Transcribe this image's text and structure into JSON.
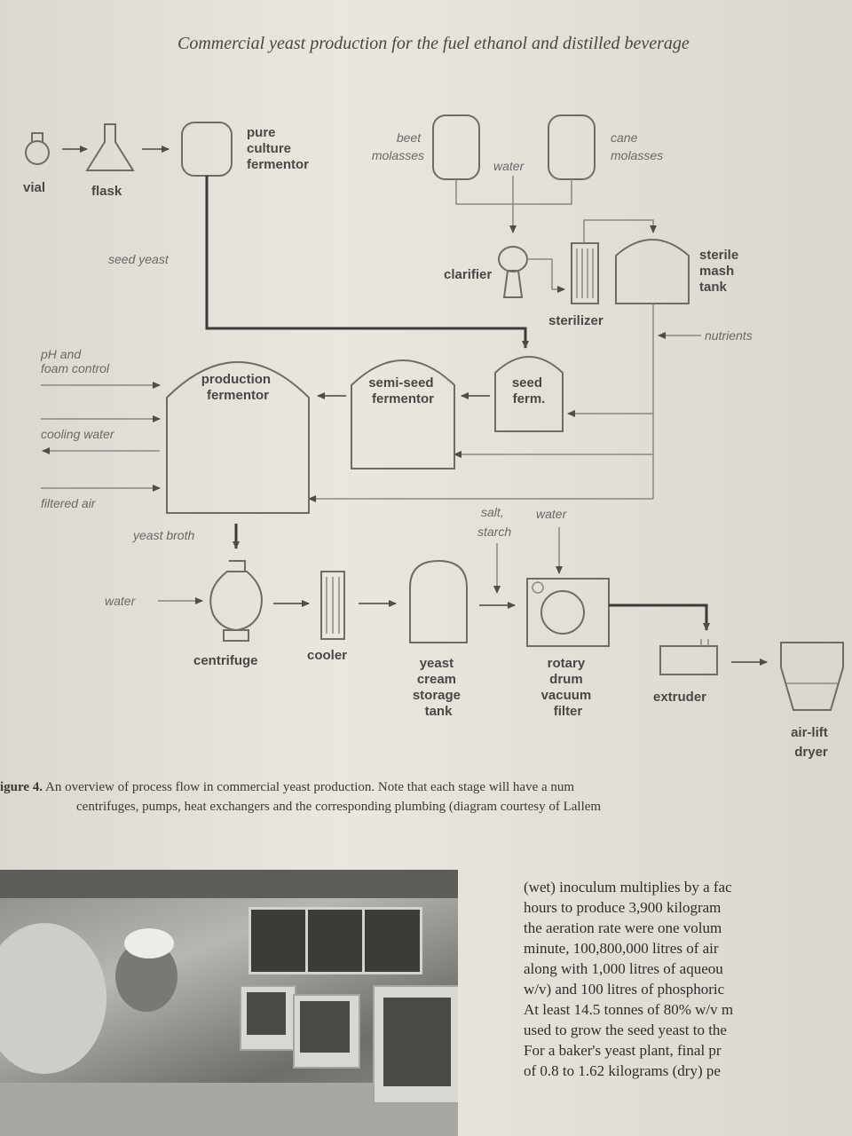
{
  "running_head": "Commercial yeast production for the fuel ethanol and distilled beverage",
  "diagram": {
    "vial": "vial",
    "flask": "flask",
    "pure_culture": [
      "pure",
      "culture",
      "fermentor"
    ],
    "beet_molasses": [
      "beet",
      "molasses"
    ],
    "water_top": "water",
    "cane_molasses": [
      "cane",
      "molasses"
    ],
    "seed_yeast": "seed yeast",
    "clarifier": "clarifier",
    "sterilizer": "sterilizer",
    "sterile_mash": [
      "sterile",
      "mash",
      "tank"
    ],
    "nutrients": "nutrients",
    "ph_foam": [
      "pH and",
      "foam control"
    ],
    "cooling_water": "cooling water",
    "filtered_air": "filtered air",
    "production_fermentor": [
      "production",
      "fermentor"
    ],
    "semi_seed_fermentor": [
      "semi-seed",
      "fermentor"
    ],
    "seed_ferm": [
      "seed",
      "ferm."
    ],
    "yeast_broth": "yeast broth",
    "salt_starch": [
      "salt,",
      "starch"
    ],
    "water_drum": "water",
    "water_centrifuge": "water",
    "centrifuge": "centrifuge",
    "cooler": "cooler",
    "yeast_cream": [
      "yeast",
      "cream",
      "storage",
      "tank"
    ],
    "rotary_drum": [
      "rotary",
      "drum",
      "vacuum",
      "filter"
    ],
    "extruder": "extruder",
    "air_lift_dryer": [
      "air-lift",
      "dryer"
    ]
  },
  "caption": {
    "fig_no": "igure 4.",
    "line1": "An overview of process flow in commercial yeast production. Note that each stage will have a num",
    "line2": "centrifuges, pumps, heat exchangers and the corresponding plumbing (diagram courtesy of Lallem"
  },
  "body_text": [
    "(wet) inoculum multiplies by a fac",
    "hours to produce 3,900 kilogram",
    "the aeration rate were one volum",
    "minute, 100,800,000 litres of air",
    "along with 1,000 litres of aqueou",
    "w/v) and 100 litres of phosphoric",
    "At least 14.5 tonnes of 80% w/v m",
    "used to grow the seed yeast to the",
    "For a baker's yeast plant, final pr",
    "of 0.8 to 1.62 kilograms (dry) pe"
  ]
}
